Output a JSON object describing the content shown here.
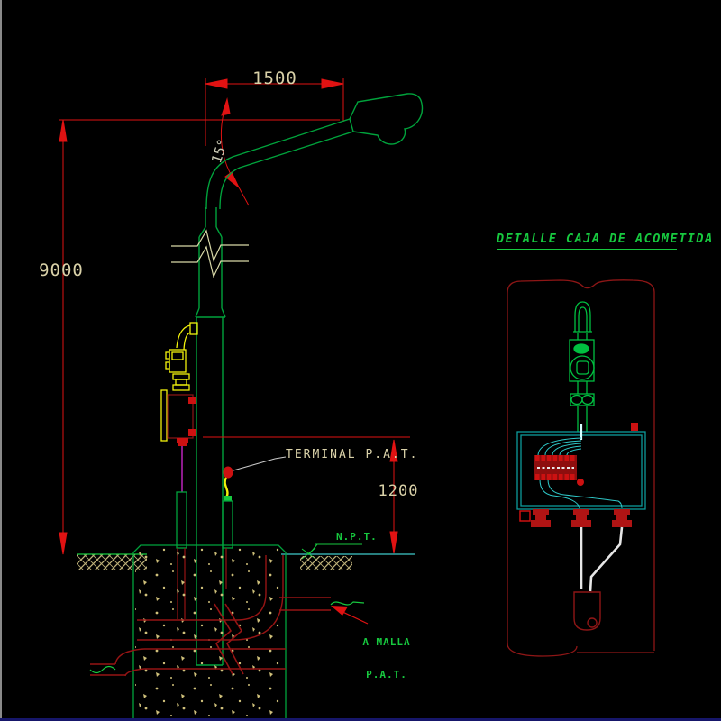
{
  "window": {
    "background": "#000000",
    "left_edge_color": "#8a8a8a",
    "bottom_edge_color": "#16166a"
  },
  "drawing": {
    "kind": "cad-streetlight-elevation-and-detail",
    "annotations": {
      "dim_arm_width": "1500",
      "dim_pole_height": "9000",
      "dim_rod_height": "1200",
      "arm_angle": "15°",
      "terminal_label": "TERMINAL P.A.T.",
      "ground_level_label": "N.P.T.",
      "mesh_label_line1": "A MALLA",
      "mesh_label_line2": "P.A.T.",
      "detail_title": "DETALLE CAJA DE ACOMETIDA"
    },
    "colors": {
      "pole_green": "#00a33c",
      "text_green": "#17c93f",
      "dim_red": "#e01212",
      "conduit_maroon": "#961414",
      "fitting_yellow": "#f2f20c",
      "wire_magenta": "#c926c9",
      "ground_cyan": "#3fc9c9",
      "box_teal": "#0d9b9b",
      "wire_cyan": "#2fc9c9",
      "wire_white": "#e6e6e6",
      "text_tan": "#d9d1a8",
      "break_khaki": "#d9d9a8",
      "concrete_speckle": "#cfc07a"
    }
  }
}
